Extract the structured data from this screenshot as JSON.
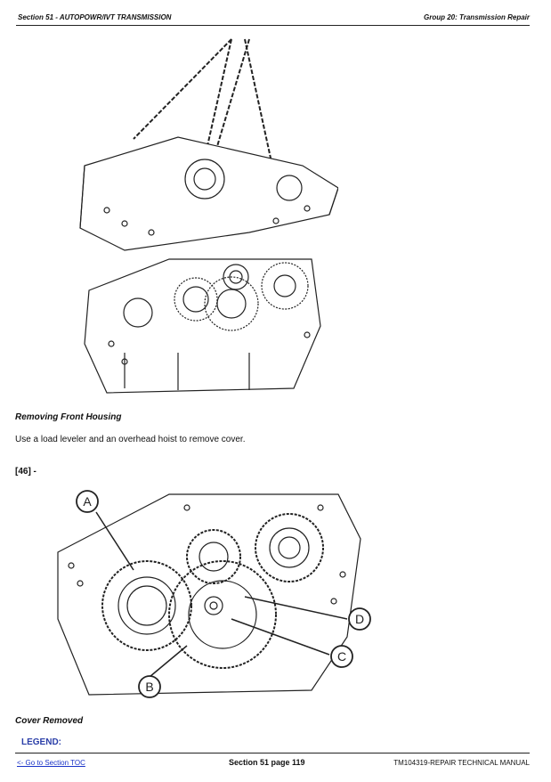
{
  "header": {
    "left": "Section 51 - AUTOPOWR/IVT TRANSMISSION",
    "right": "Group 20: Transmission Repair"
  },
  "figure1": {
    "caption": "Removing Front Housing"
  },
  "instruction": "Use a load leveler and an overhead hoist to remove cover.",
  "figure_ref": "[46] -",
  "figure2": {
    "callouts": {
      "a": "A",
      "b": "B",
      "c": "C",
      "d": "D"
    },
    "caption": "Cover Removed"
  },
  "legend_title": "LEGEND:",
  "footer": {
    "toc_link": "<- Go to Section TOC",
    "page": "Section 51 page 119",
    "manual": "TM104319-REPAIR TECHNICAL MANUAL"
  }
}
